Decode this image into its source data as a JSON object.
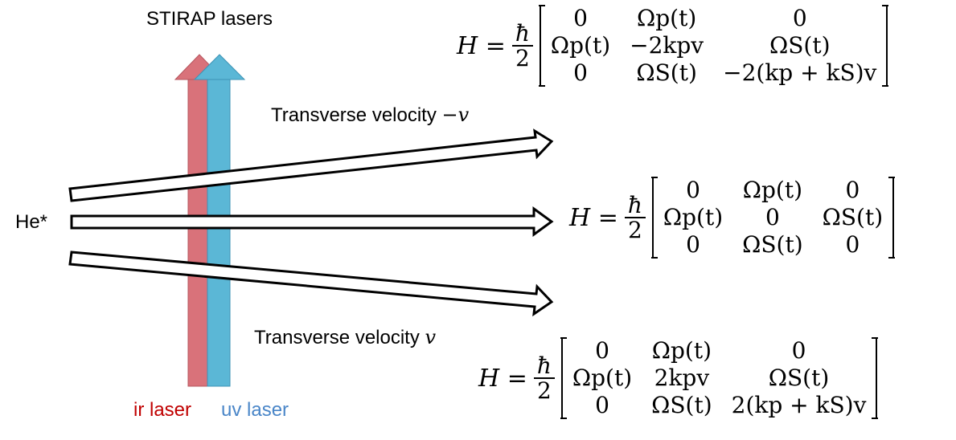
{
  "labels": {
    "stirap": "STIRAP lasers",
    "he": "He*",
    "transverse_top": "Transverse velocity",
    "transverse_top_var": "−v",
    "transverse_bottom": "Transverse velocity",
    "transverse_bottom_var": "v",
    "ir_laser": "ir laser",
    "uv_laser": "uv laser"
  },
  "colors": {
    "ir_laser": "#d9727a",
    "uv_laser": "#5bb7d6",
    "ir_text": "#c00000",
    "uv_text": "#4a86c8"
  },
  "equations": {
    "prefix": "H =",
    "hbar": "ħ",
    "two": "2",
    "top": [
      [
        "0",
        "Ωp(t)",
        "0"
      ],
      [
        "Ωp(t)",
        "−2kpv",
        "ΩS(t)"
      ],
      [
        "0",
        "ΩS(t)",
        "−2(kp + kS)v"
      ]
    ],
    "middle": [
      [
        "0",
        "Ωp(t)",
        "0"
      ],
      [
        "Ωp(t)",
        "0",
        "ΩS(t)"
      ],
      [
        "0",
        "ΩS(t)",
        "0"
      ]
    ],
    "bottom": [
      [
        "0",
        "Ωp(t)",
        "0"
      ],
      [
        "Ωp(t)",
        "2kpv",
        "ΩS(t)"
      ],
      [
        "0",
        "ΩS(t)",
        "2(kp + kS)v"
      ]
    ]
  }
}
